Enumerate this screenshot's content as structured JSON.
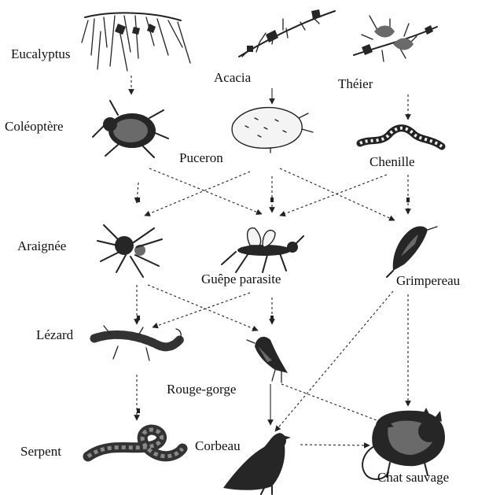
{
  "organisms": {
    "eucalyptus": "Eucalyptus",
    "acacia": "Acacia",
    "theier": "Théier",
    "coleoptere": "Coléoptère",
    "puceron": "Puceron",
    "chenille": "Chenille",
    "araignee": "Araignée",
    "guepe": "Guêpe parasite",
    "grimpereau": "Grimpereau",
    "lezard": "Lézard",
    "rouge_gorge": "Rouge-gorge",
    "serpent": "Serpent",
    "corbeau": "Corbeau",
    "chat": "Chat sauvage"
  },
  "links": [
    {
      "from": "Eucalyptus",
      "to": "Coléoptère",
      "style": "dotted"
    },
    {
      "from": "Acacia",
      "to": "Puceron",
      "style": "solid"
    },
    {
      "from": "Théier",
      "to": "Chenille",
      "style": "dotted"
    },
    {
      "from": "Coléoptère",
      "to": "Araignée",
      "style": "dotted"
    },
    {
      "from": "Coléoptère",
      "to": "Guêpe parasite",
      "style": "dotted"
    },
    {
      "from": "Puceron",
      "to": "Araignée",
      "style": "dotted"
    },
    {
      "from": "Puceron",
      "to": "Guêpe parasite",
      "style": "dotted"
    },
    {
      "from": "Puceron",
      "to": "Grimpereau",
      "style": "dotted"
    },
    {
      "from": "Chenille",
      "to": "Guêpe parasite",
      "style": "dotted"
    },
    {
      "from": "Chenille",
      "to": "Grimpereau",
      "style": "dotted"
    },
    {
      "from": "Araignée",
      "to": "Lézard",
      "style": "dotted"
    },
    {
      "from": "Araignée",
      "to": "Rouge-gorge",
      "style": "dotted"
    },
    {
      "from": "Guêpe parasite",
      "to": "Lézard",
      "style": "dotted"
    },
    {
      "from": "Guêpe parasite",
      "to": "Rouge-gorge",
      "style": "dotted"
    },
    {
      "from": "Grimpereau",
      "to": "Chat sauvage",
      "style": "dotted"
    },
    {
      "from": "Grimpereau",
      "to": "Corbeau",
      "style": "dotted"
    },
    {
      "from": "Lézard",
      "to": "Serpent",
      "style": "dotted"
    },
    {
      "from": "Rouge-gorge",
      "to": "Corbeau",
      "style": "solid"
    },
    {
      "from": "Rouge-gorge",
      "to": "Chat sauvage",
      "style": "dotted"
    },
    {
      "from": "Corbeau",
      "to": "Chat sauvage",
      "style": "dotted"
    }
  ]
}
